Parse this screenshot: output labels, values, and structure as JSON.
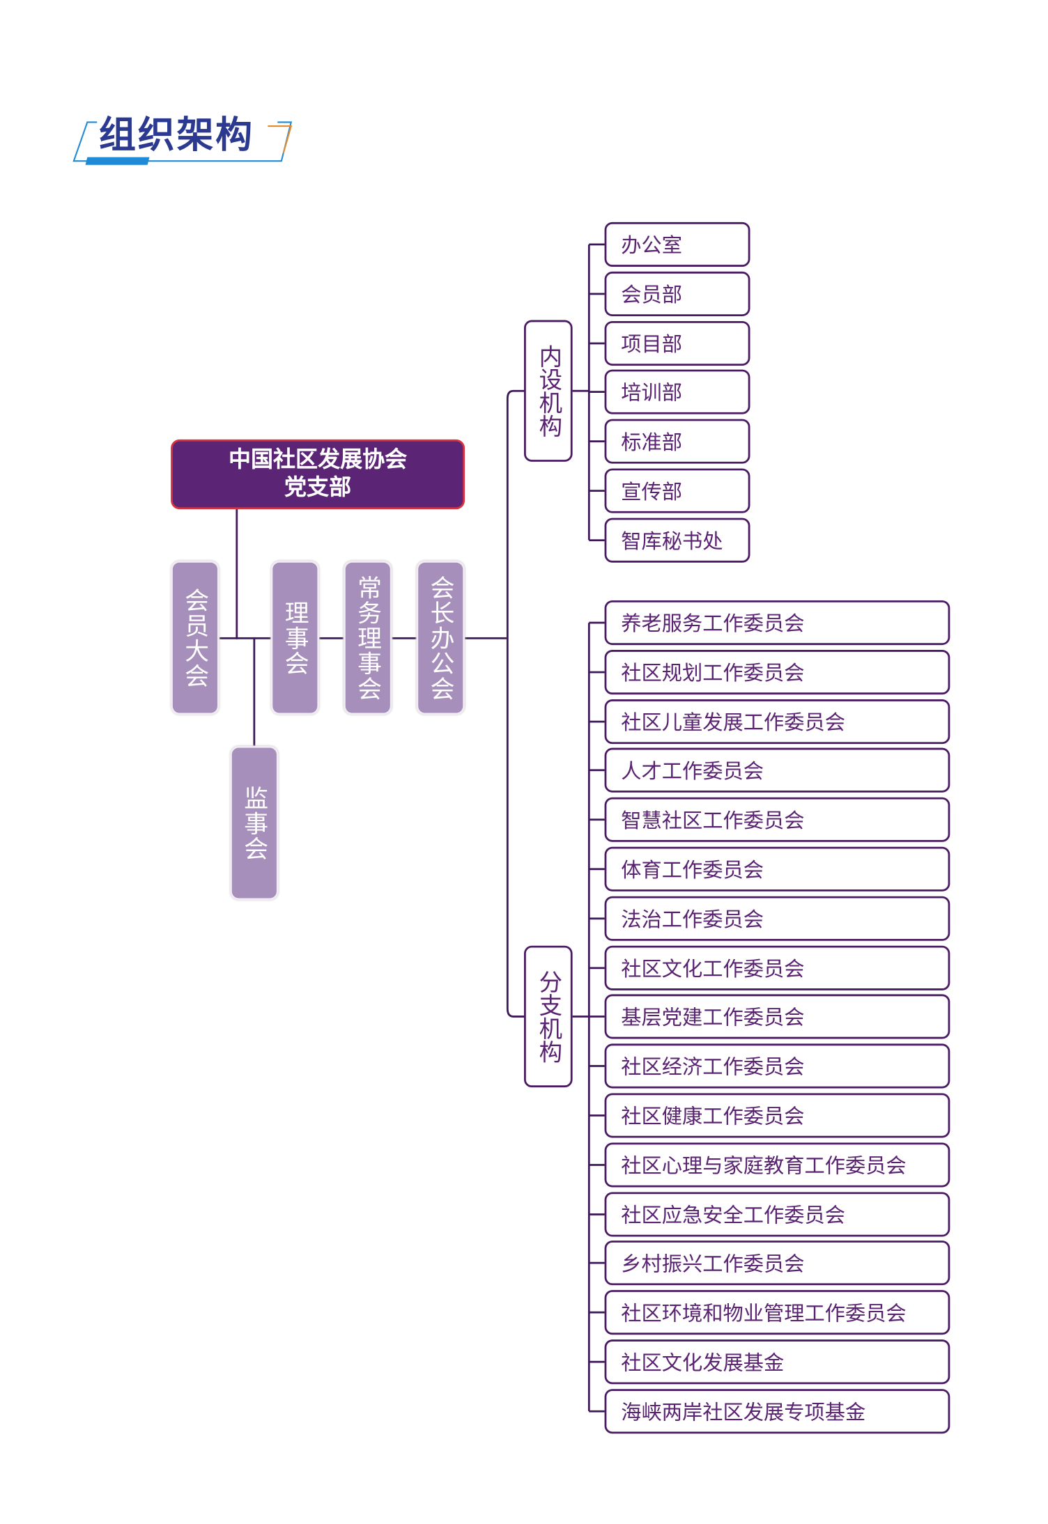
{
  "title": "组织架构",
  "colors": {
    "title": "#2b3990",
    "party_bg": "#5b2475",
    "party_border": "#d9333f",
    "vbox_bg": "#a78fbb",
    "line": "#3e1858",
    "text": "#5a2372",
    "accent_blue": "#1f8ad6",
    "accent_orange": "#e58a2a"
  },
  "party": {
    "line1": "中国社区发展协会",
    "line2": "党支部"
  },
  "bodies": {
    "members_assembly": "会员大会",
    "council": "理事会",
    "standing_council": "常务理事会",
    "president_office": "会长办公会",
    "supervisory_board": "监事会"
  },
  "internal": {
    "label": "内设机构",
    "items": [
      "办公室",
      "会员部",
      "项目部",
      "培训部",
      "标准部",
      "宣传部",
      "智库秘书处"
    ]
  },
  "branches": {
    "label": "分支机构",
    "items": [
      "养老服务工作委员会",
      "社区规划工作委员会",
      "社区儿童发展工作委员会",
      "人才工作委员会",
      "智慧社区工作委员会",
      "体育工作委员会",
      "法治工作委员会",
      "社区文化工作委员会",
      "基层党建工作委员会",
      "社区经济工作委员会",
      "社区健康工作委员会",
      "社区心理与家庭教育工作委员会",
      "社区应急安全工作委员会",
      "乡村振兴工作委员会",
      "社区环境和物业管理工作委员会",
      "社区文化发展基金",
      "海峡两岸社区发展专项基金"
    ]
  }
}
